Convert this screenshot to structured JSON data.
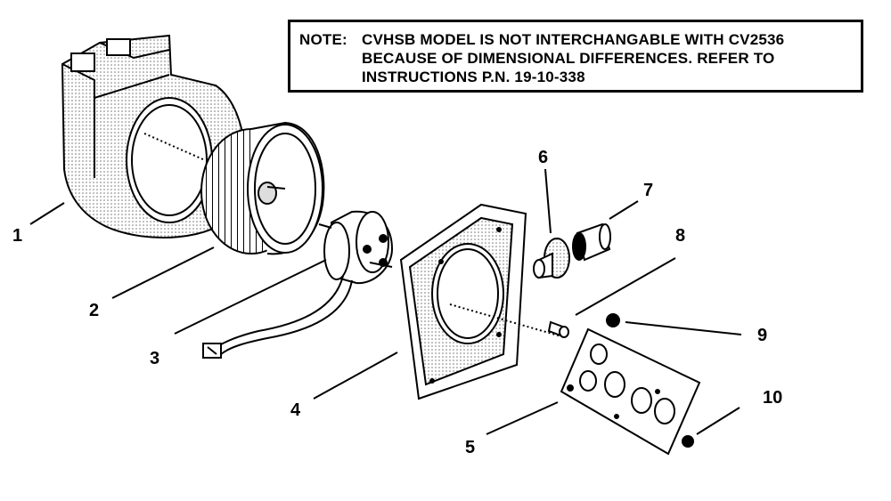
{
  "note": {
    "label": "NOTE:",
    "lines": [
      "CVHSB MODEL IS NOT INTERCHANGABLE WITH CV2536",
      "BECAUSE OF DIMENSIONAL DIFFERENCES.  REFER TO",
      "INSTRUCTIONS P.N. 19-10-338"
    ]
  },
  "callouts": [
    "1",
    "2",
    "3",
    "4",
    "5",
    "6",
    "7",
    "8",
    "9",
    "10"
  ],
  "colors": {
    "ink": "#000000",
    "paper": "#ffffff",
    "shade": "#d8d8d8"
  }
}
